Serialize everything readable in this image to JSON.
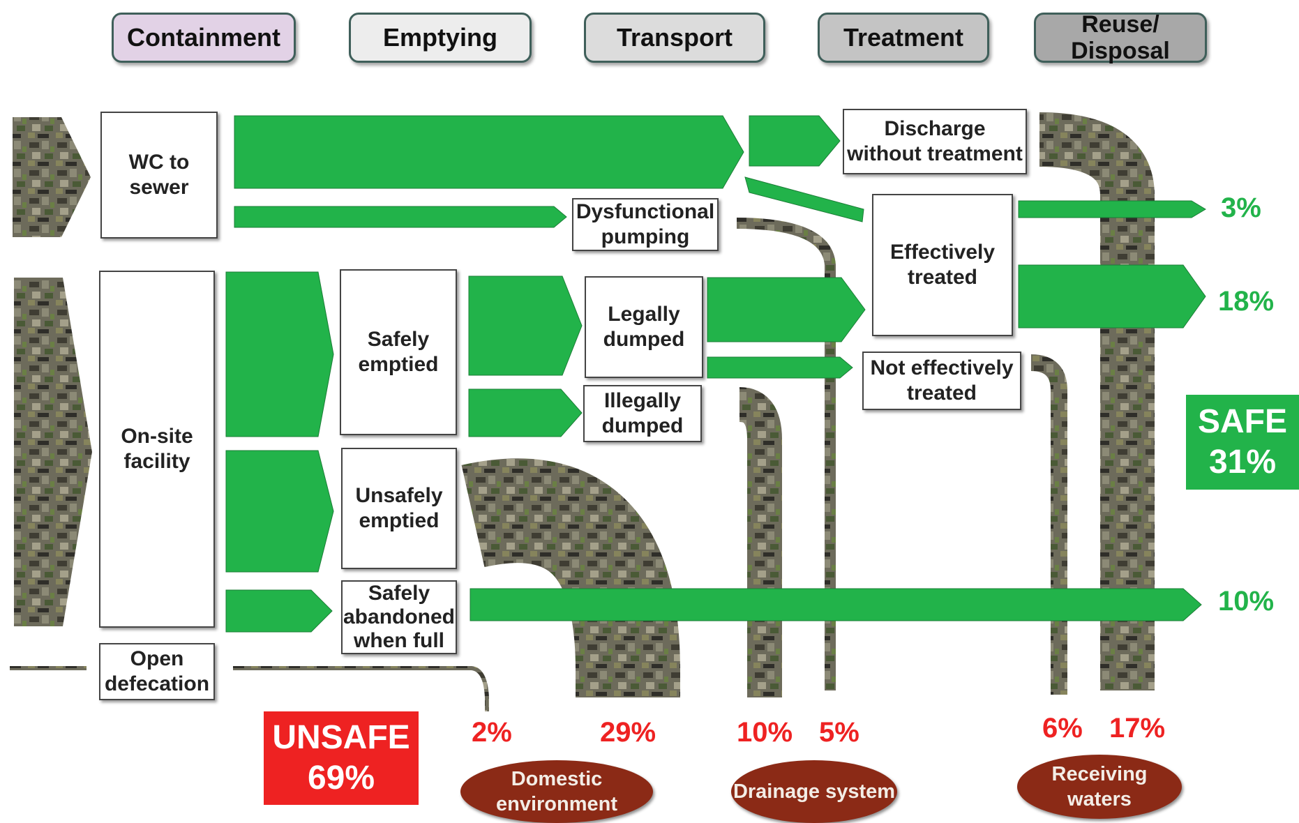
{
  "stages": [
    {
      "label": "Containment",
      "color": "#e2d2e6"
    },
    {
      "label": "Emptying",
      "color": "#ededed"
    },
    {
      "label": "Transport",
      "color": "#dcdcdc"
    },
    {
      "label": "Treatment",
      "color": "#c4c4c4"
    },
    {
      "label": "Reuse/ Disposal",
      "color": "#a8a8a8"
    }
  ],
  "boxes": {
    "wc_to_sewer": "WC to\nsewer",
    "onsite": "On-site\nfacility",
    "open_defecation": "Open\ndefecation",
    "safely_emptied": "Safely\nemptied",
    "unsafely_emptied": "Unsafely\nemptied",
    "safely_abandoned": "Safely\nabandoned\nwhen full",
    "dysfunctional": "Dysfunctional\npumping",
    "legally_dumped": "Legally\ndumped",
    "illegally_dumped": "Illegally\ndumped",
    "discharge": "Discharge\nwithout treatment",
    "effectively_treated": "Effectively\ntreated",
    "not_effectively_treated": "Not effectively\ntreated"
  },
  "safe_outcomes": [
    "3%",
    "18%",
    "10%"
  ],
  "safe_total": {
    "label": "SAFE",
    "value": "31%"
  },
  "unsafe_total": {
    "label": "UNSAFE",
    "value": "69%"
  },
  "unsafe_outcomes": [
    {
      "values": [
        "2%",
        "29%"
      ],
      "label": "Domestic\nenvironment"
    },
    {
      "values": [
        "10%",
        "5%"
      ],
      "label": "Drainage\nsystem"
    },
    {
      "values": [
        "6%",
        "17%"
      ],
      "label": "Receiving\nwaters"
    }
  ],
  "colors": {
    "safe_flow": "#22b34a",
    "unsafe_tag": "#ee2222",
    "sink_oval": "#8b2a16",
    "waste_flow": "#5f5d4d"
  }
}
